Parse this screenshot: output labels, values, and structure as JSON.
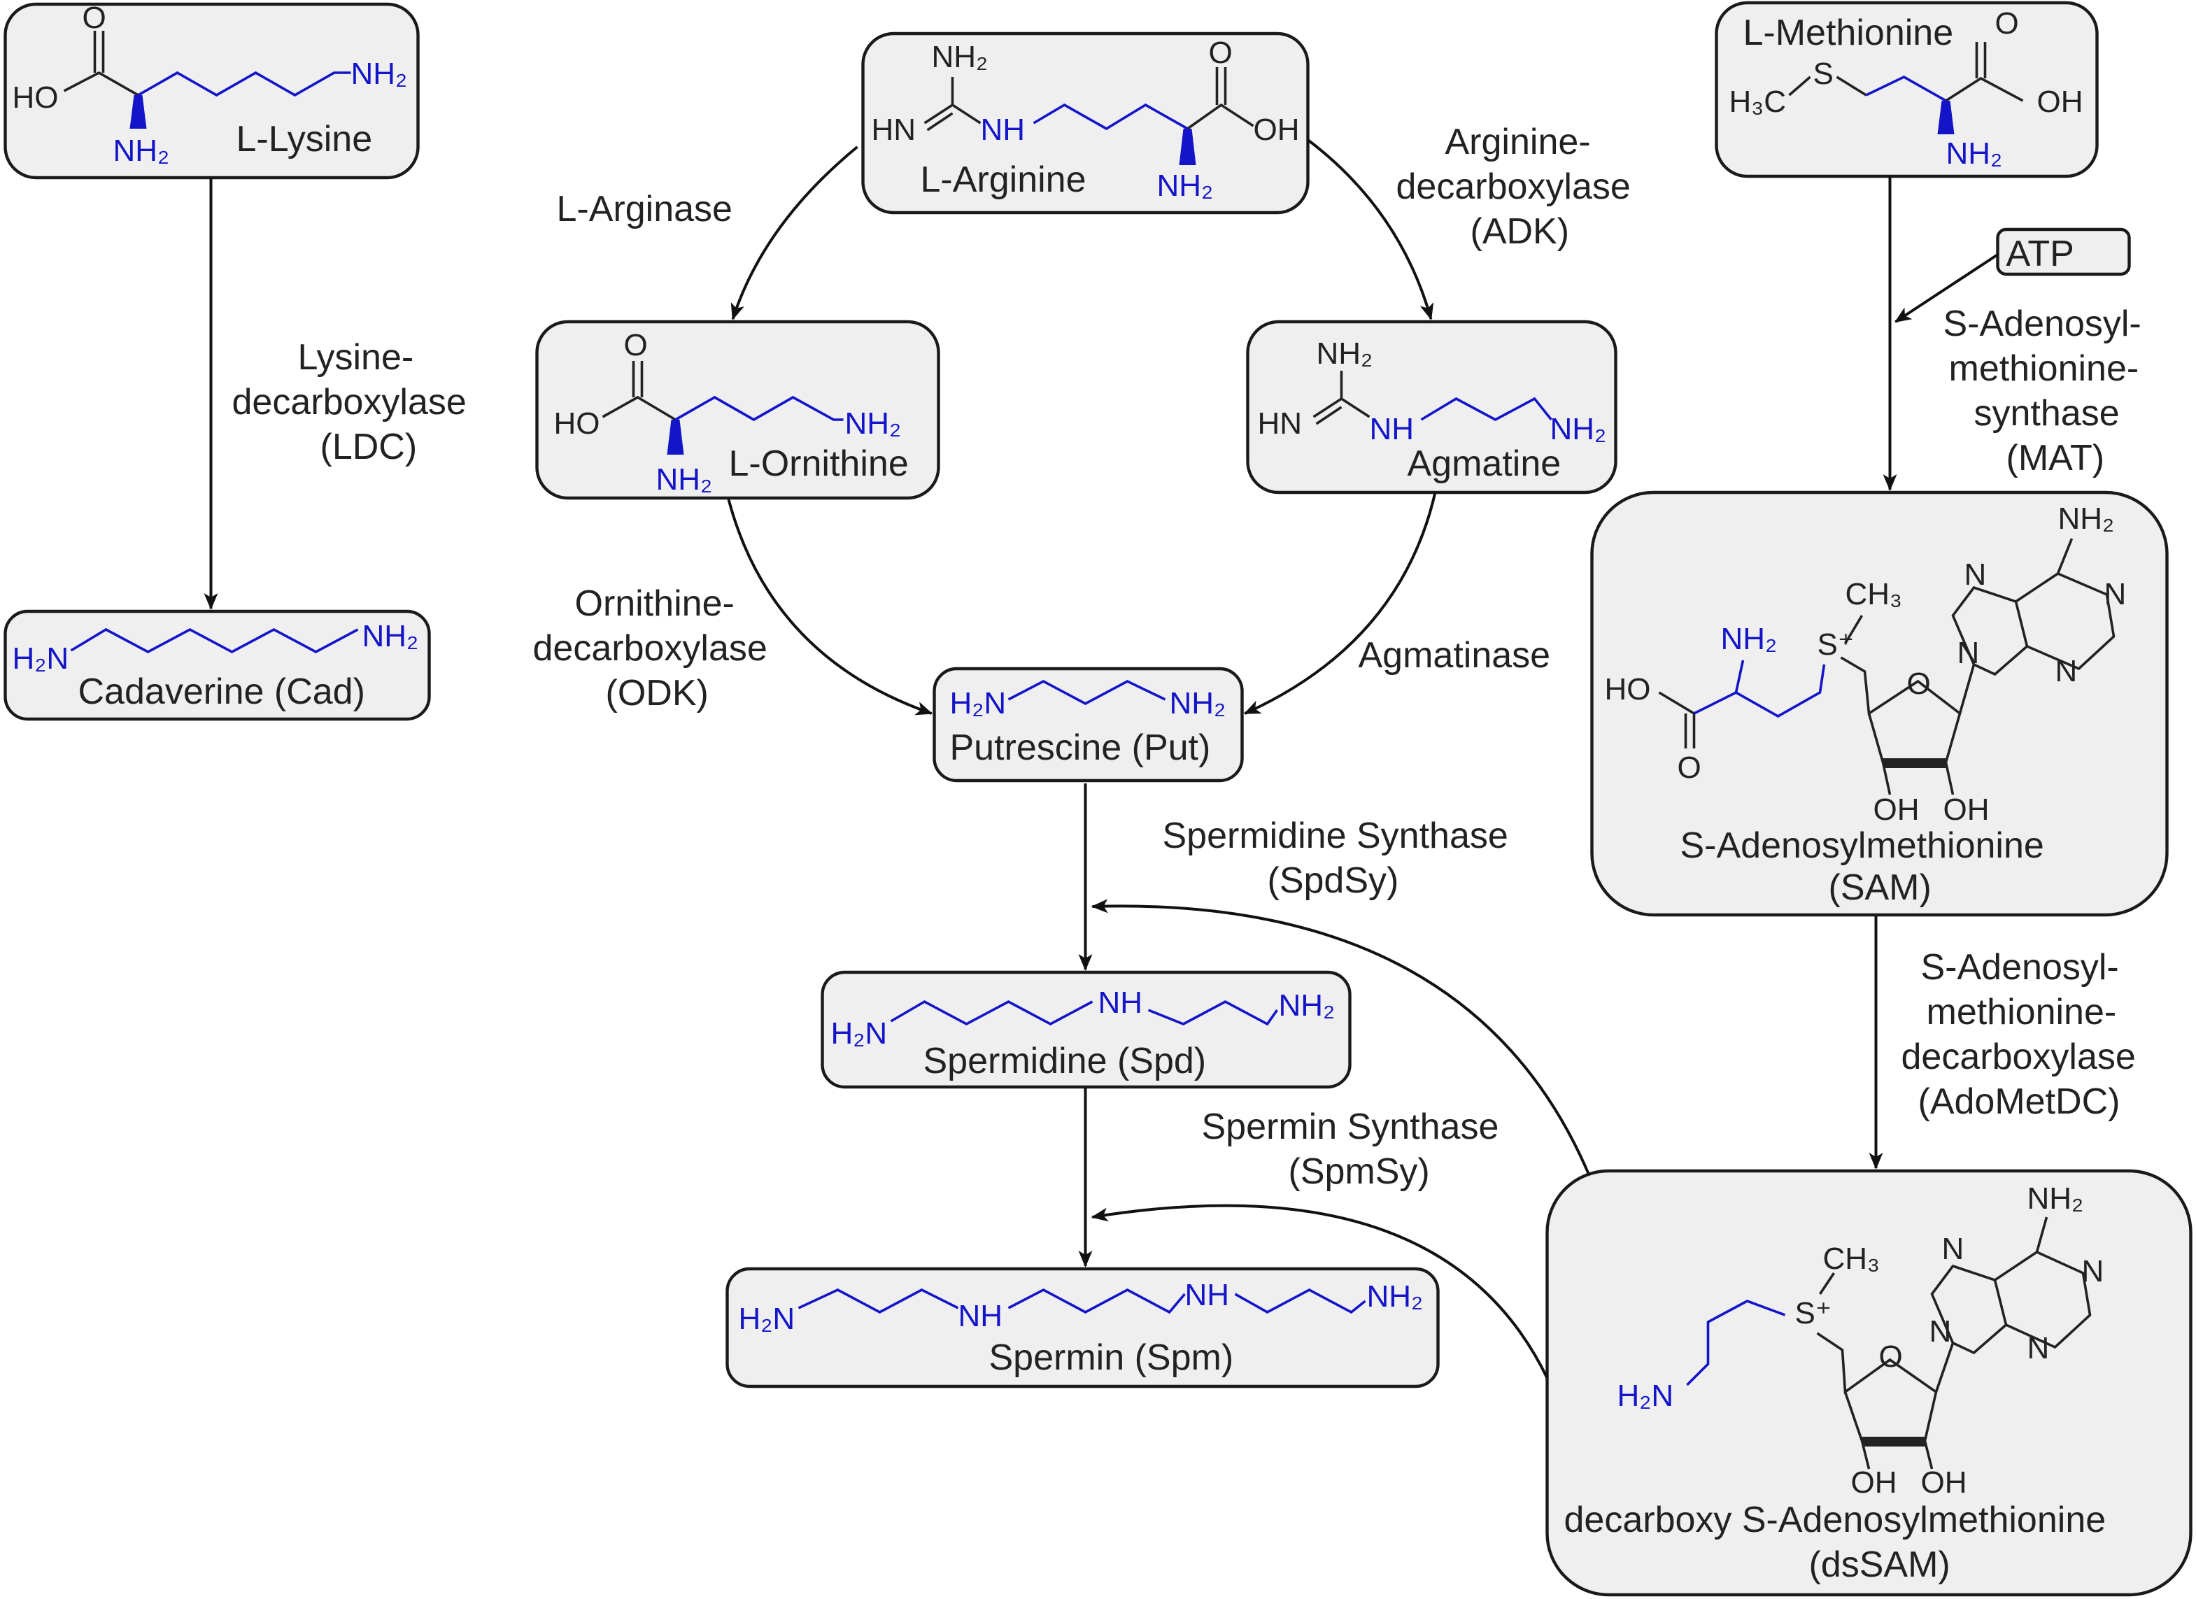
{
  "colors": {
    "amine_blue": "#1414c8",
    "box_fill": "#efefef",
    "outline": "#1a1a1a"
  },
  "compounds": {
    "lysine": {
      "name": "L-Lysine",
      "atoms": [
        "HO",
        "O",
        "NH₂",
        "NH₂"
      ]
    },
    "arginine": {
      "name": "L-Arginine",
      "atoms": [
        "NH₂",
        "HN",
        "NH",
        "O",
        "OH",
        "NH₂"
      ]
    },
    "methionine": {
      "name": "L-Methionine",
      "atoms": [
        "O",
        "H₃C",
        "S",
        "OH",
        "NH₂"
      ]
    },
    "ornithine": {
      "name": "L-Ornithine",
      "atoms": [
        "O",
        "HO",
        "NH₂",
        "NH₂"
      ]
    },
    "agmatine": {
      "name": "Agmatine",
      "atoms": [
        "NH₂",
        "HN",
        "NH",
        "NH₂"
      ]
    },
    "cadaverine": {
      "name": "Cadaverine (Cad)",
      "atoms": [
        "H₂N",
        "NH₂"
      ]
    },
    "putrescine": {
      "name": "Putrescine (Put)",
      "atoms": [
        "H₂N",
        "NH₂"
      ]
    },
    "spermidine": {
      "name": "Spermidine (Spd)",
      "atoms": [
        "H₂N",
        "NH",
        "NH₂"
      ]
    },
    "spermin": {
      "name": "Spermin (Spm)",
      "atoms": [
        "H₂N",
        "NH",
        "NH",
        "NH₂"
      ]
    },
    "sam": {
      "name": "S-Adenosylmethionine",
      "abbr": "(SAM)",
      "atoms": [
        "NH₂",
        "N",
        "N",
        "N",
        "N",
        "CH₃",
        "S⁺",
        "NH₂",
        "HO",
        "O",
        "O",
        "OH",
        "OH"
      ]
    },
    "dssam": {
      "name": "decarboxy S-Adenosylmethionine",
      "abbr": "(dsSAM)",
      "atoms": [
        "NH₂",
        "N",
        "N",
        "N",
        "N",
        "CH₃",
        "S⁺",
        "H₂N",
        "O",
        "OH",
        "OH"
      ]
    },
    "atp": {
      "name": "ATP"
    }
  },
  "enzymes": {
    "arginase": [
      "L-Arginase"
    ],
    "adk": [
      "Arginine-",
      "decarboxylase",
      "(ADK)"
    ],
    "ldc": [
      "Lysine-",
      "decarboxylase",
      "(LDC)"
    ],
    "odk": [
      "Ornithine-",
      "decarboxylase",
      "(ODK)"
    ],
    "agmatinase": [
      "Agmatinase"
    ],
    "mat": [
      "S-Adenosyl-",
      "methionine-",
      "synthase",
      "(MAT)"
    ],
    "spdsy": [
      "Spermidine Synthase",
      "(SpdSy)"
    ],
    "spmsy": [
      "Spermin Synthase",
      "(SpmSy)"
    ],
    "adometdc": [
      "S-Adenosyl-",
      "methionine-",
      "decarboxylase",
      "(AdoMetDC)"
    ]
  }
}
